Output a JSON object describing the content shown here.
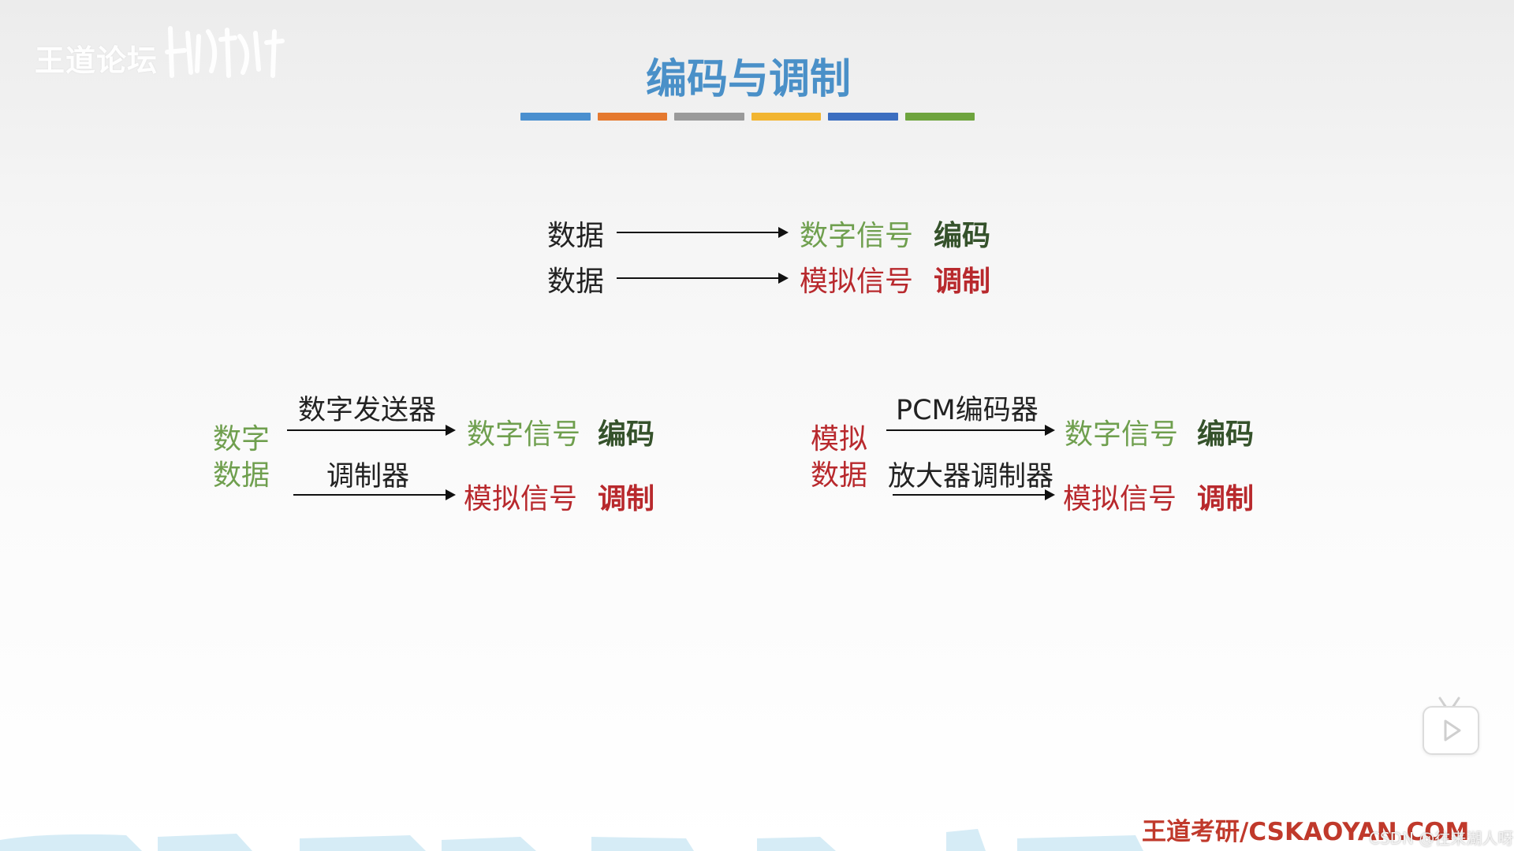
{
  "watermark": {
    "text": "王道论坛"
  },
  "title": "编码与调制",
  "title_bar_colors": [
    "#4a8fcf",
    "#e5792f",
    "#9a9a9a",
    "#f2b531",
    "#3c6ec0",
    "#6ea43e"
  ],
  "top_rows": [
    {
      "source": "数据",
      "signal": "数字信号",
      "method": "编码",
      "signal_color": "green",
      "method_color": "dkgreen"
    },
    {
      "source": "数据",
      "signal": "模拟信号",
      "method": "调制",
      "signal_color": "red",
      "method_color": "red"
    }
  ],
  "left_block": {
    "source_line1": "数字",
    "source_line2": "数据",
    "rows": [
      {
        "device": "数字发送器",
        "signal": "数字信号",
        "method": "编码"
      },
      {
        "device": "调制器",
        "signal": "模拟信号",
        "method": "调制"
      }
    ]
  },
  "right_block": {
    "source_line1": "模拟",
    "source_line2": "数据",
    "rows": [
      {
        "device": "PCM编码器",
        "signal": "数字信号",
        "method": "编码"
      },
      {
        "device": "放大器调制器",
        "signal": "模拟信号",
        "method": "调制"
      }
    ]
  },
  "footer": {
    "brand": "王道考研/CSKAOYAN.COM",
    "credit": "CSDN @往来湖人呀"
  },
  "icons": {
    "play": "play-icon"
  }
}
